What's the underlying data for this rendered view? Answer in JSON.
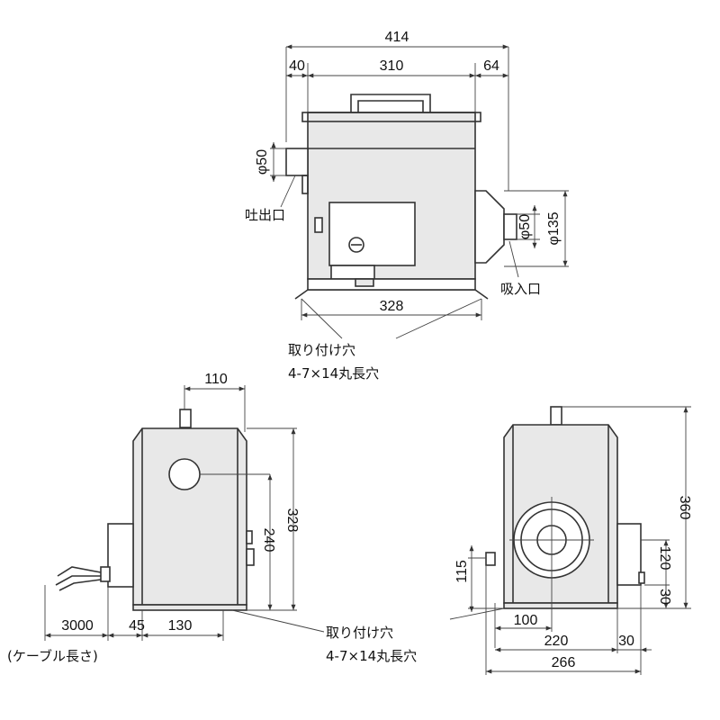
{
  "top_view": {
    "dims": {
      "overall": "414",
      "left": "40",
      "middle": "310",
      "right": "64",
      "outlet_dia": "φ50",
      "inlet_dia_inner": "φ50",
      "inlet_dia_outer": "φ135",
      "base": "328"
    },
    "labels": {
      "outlet": "吐出口",
      "inlet": "吸入口",
      "mount_hole_line1": "取り付け穴",
      "mount_hole_line2": "4-7×14丸長穴"
    }
  },
  "left_view": {
    "dims": {
      "top": "110",
      "height_inner": "240",
      "height_outer": "328",
      "cable": "3000",
      "offset": "45",
      "base": "130"
    },
    "labels": {
      "cable_length": "(ケーブル長さ)",
      "mount_hole_line1": "取り付け穴",
      "mount_hole_line2": "4-7×14丸長穴"
    }
  },
  "right_view": {
    "dims": {
      "height": "360",
      "center": "120",
      "foot": "30",
      "left_height": "115",
      "center_x": "100",
      "width_inner": "220",
      "right_offset": "30",
      "width_outer": "266"
    }
  }
}
